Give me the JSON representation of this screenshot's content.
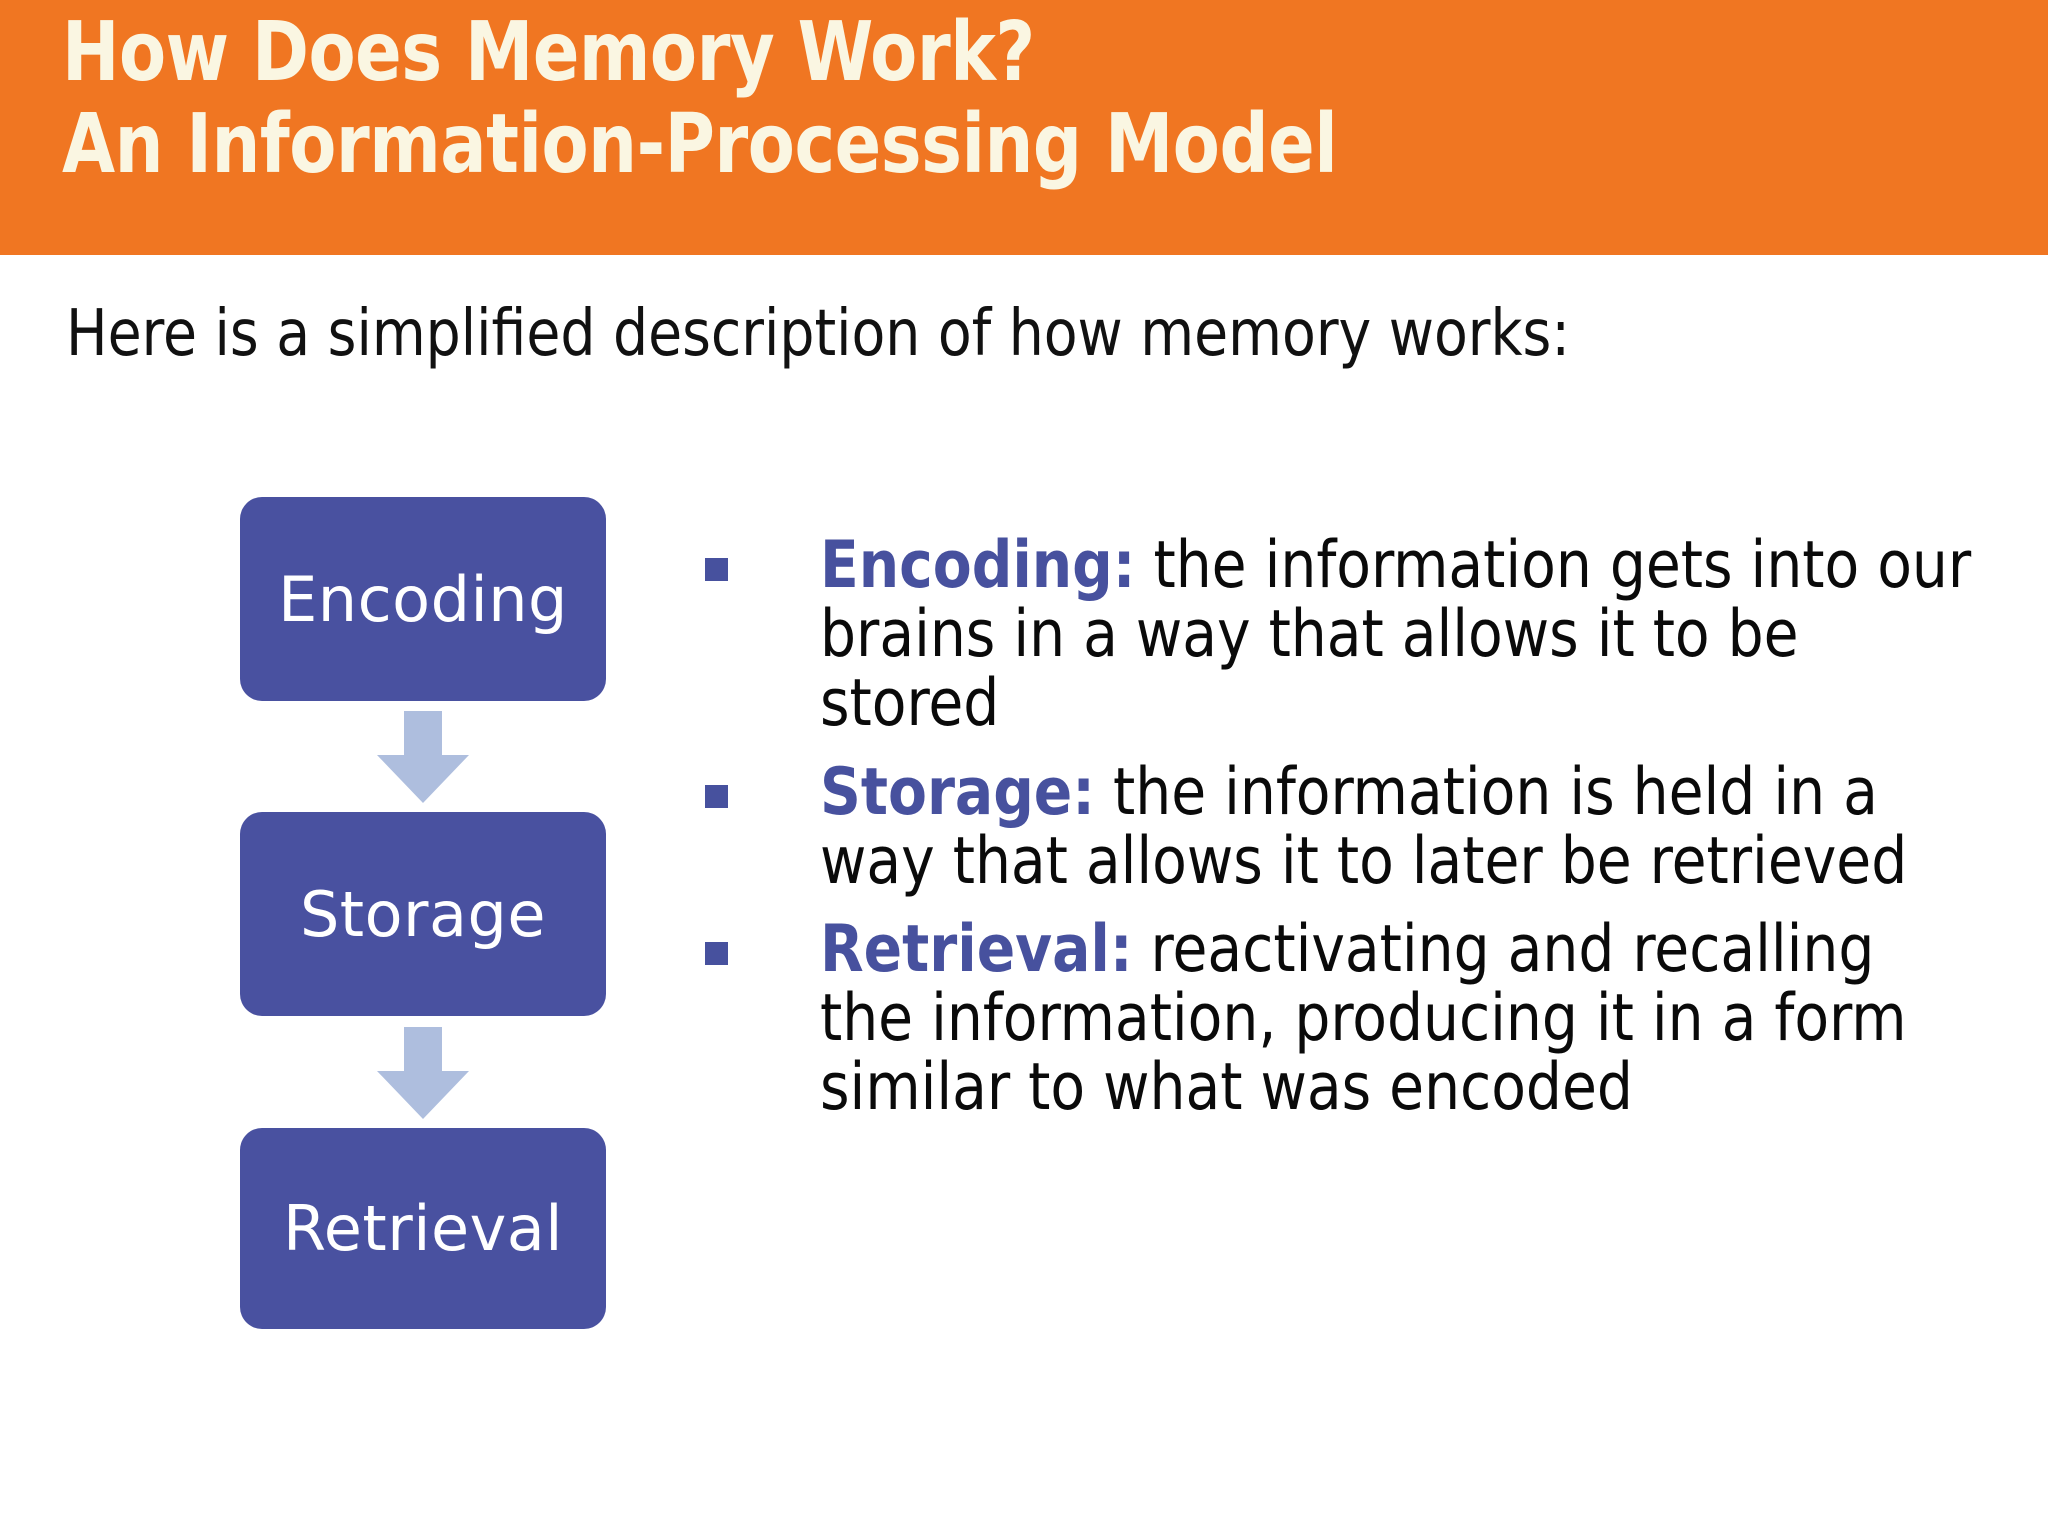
{
  "header": {
    "title_line_1": "How Does Memory Work?",
    "title_line_2": "An Information-Processing Model",
    "band_color": "#F07622",
    "text_color": "#FAF6E2"
  },
  "body": {
    "lead_in": "Here is a simplified description of how memory works:"
  },
  "flowchart": {
    "box_color": "#4951A0",
    "arrow_color": "#AEBEDE",
    "boxes": [
      {
        "label": "Encoding"
      },
      {
        "label": "Storage"
      },
      {
        "label": "Retrieval"
      }
    ],
    "arrows": [
      {
        "name": "down-arrow-encoding-to-storage"
      },
      {
        "name": "down-arrow-storage-to-retrieval"
      }
    ]
  },
  "bullets": {
    "marker_color": "#47519E",
    "term_color": "#47519E",
    "items": [
      {
        "term": "Encoding:",
        "description": " the information gets into our brains in a way that allows it to be stored"
      },
      {
        "term": "Storage:",
        "description": " the information is held in a way that allows it to later be retrieved"
      },
      {
        "term": "Retrieval:",
        "description": " reactivating and recalling the information, producing it in a form similar to what was encoded"
      }
    ]
  }
}
